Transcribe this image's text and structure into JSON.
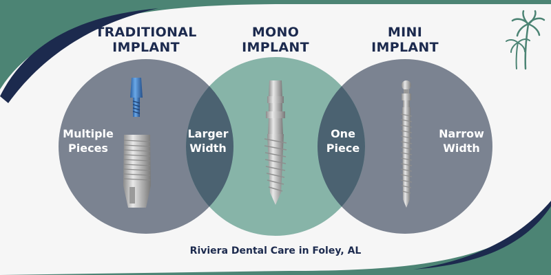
{
  "sections": [
    {
      "title_line1": "TRADITIONAL",
      "title_line2": "IMPLANT"
    },
    {
      "title_line1": "MONO",
      "title_line2": "IMPLANT"
    },
    {
      "title_line1": "MINI",
      "title_line2": "IMPLANT"
    }
  ],
  "labels": {
    "left": {
      "line1": "Multiple",
      "line2": "Pieces"
    },
    "overlap_left": {
      "line1": "Larger",
      "line2": "Width"
    },
    "overlap_right": {
      "line1": "One",
      "line2": "Piece"
    },
    "right": {
      "line1": "Narrow",
      "line2": "Width"
    }
  },
  "footer": "Riviera Dental Care in Foley, AL",
  "colors": {
    "frame": "#4c8474",
    "navy": "#1c2a4e",
    "left_circle": "#7b8391",
    "middle_circle": "#87b4a8",
    "right_circle": "#7b8391",
    "overlap": "#4b6271",
    "abutment": "#3f7fc4"
  }
}
